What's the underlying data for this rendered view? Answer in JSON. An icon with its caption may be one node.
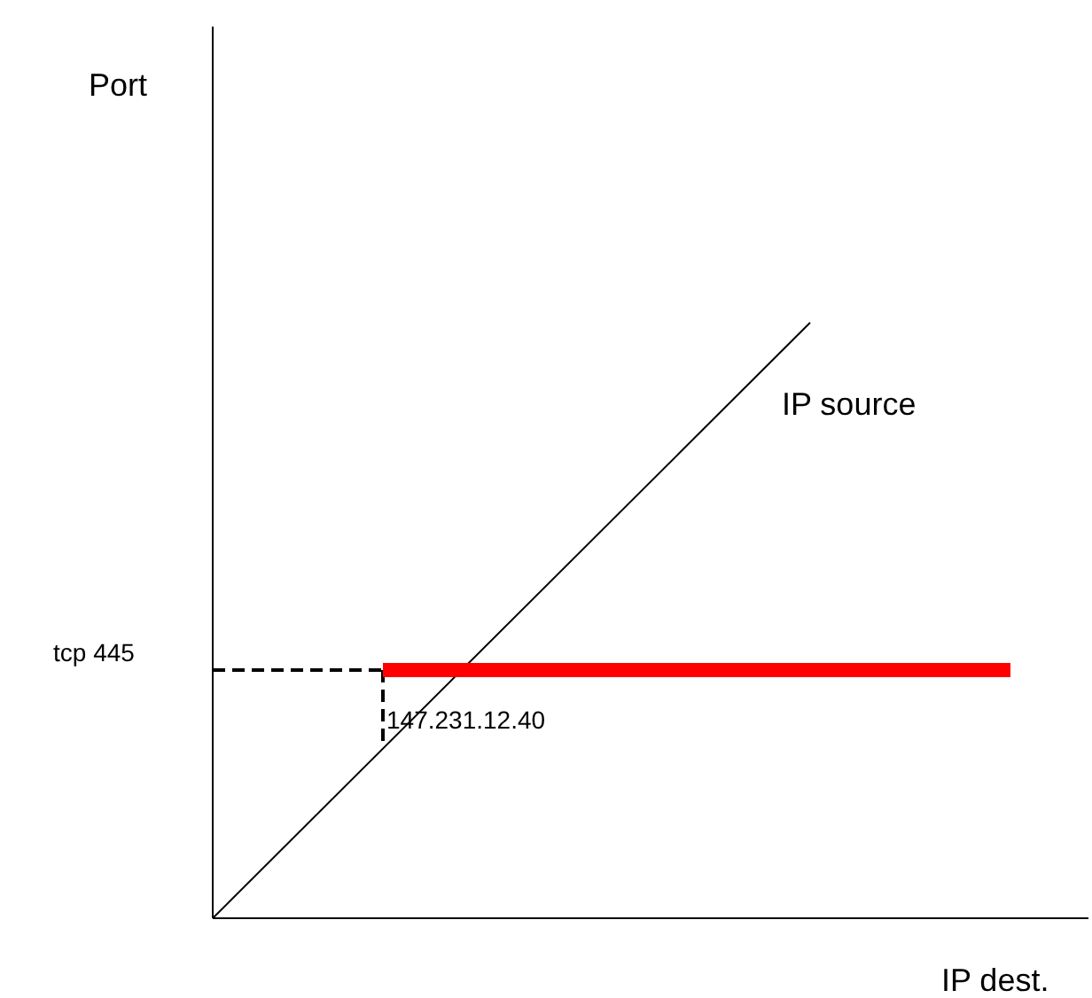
{
  "diagram": {
    "labels": [
      "Port",
      "IP source",
      "tcp 445",
      "147.231.12.40",
      "IP dest."
    ]
  }
}
